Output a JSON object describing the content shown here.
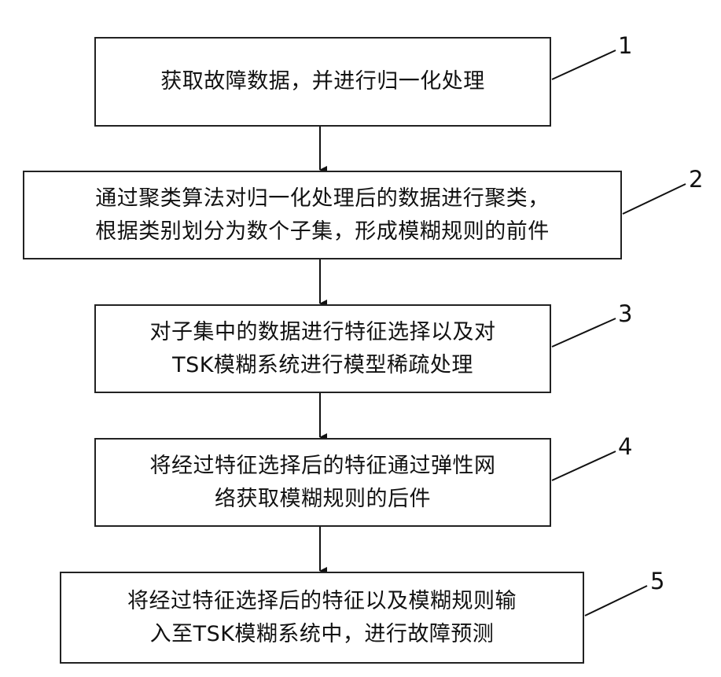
{
  "steps": [
    {
      "number": "1",
      "lines": [
        "获取故障数据，并进行归一化处理"
      ]
    },
    {
      "number": "2",
      "lines": [
        "通过聚类算法对归一化处理后的数据进行聚类，",
        "根据类别划分为数个子集，形成模糊规则的前件"
      ]
    },
    {
      "number": "3",
      "lines": [
        "对子集中的数据进行特征选择以及对",
        "TSK模糊系统进行模型稀疏处理"
      ]
    },
    {
      "number": "4",
      "lines": [
        "将经过特征选择后的特征通过弹性网",
        "络获取模糊规则的后件"
      ]
    },
    {
      "number": "5",
      "lines": [
        "将经过特征选择后的特征以及模糊规则输",
        "入至TSK模糊系统中，进行故障预测"
      ]
    }
  ]
}
